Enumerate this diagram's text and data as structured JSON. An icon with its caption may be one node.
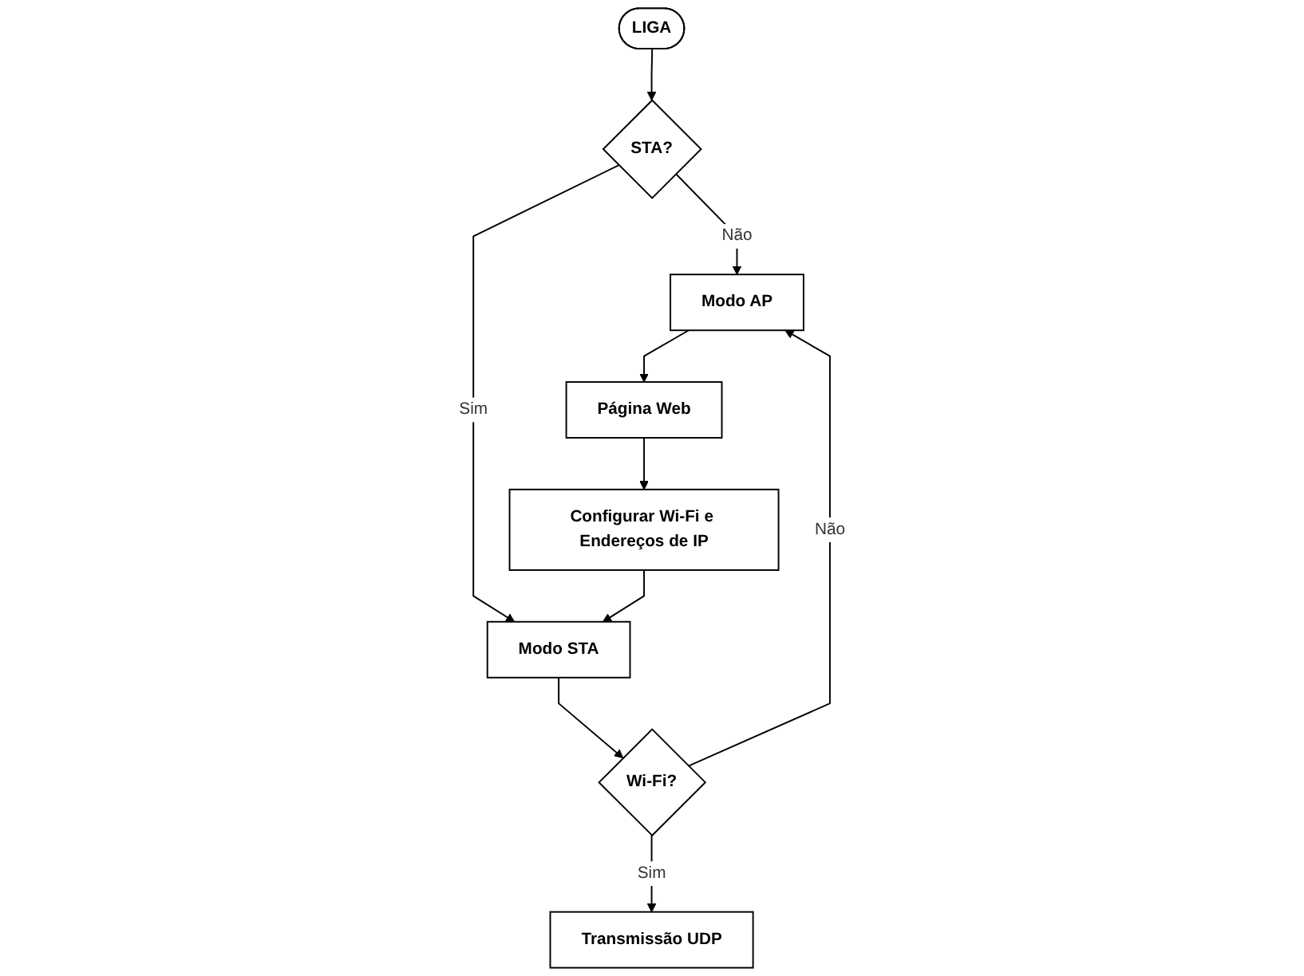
{
  "diagram": {
    "nodes": [
      {
        "text": [
          "LIGA"
        ]
      },
      {
        "text": [
          "STA?"
        ]
      },
      {
        "text": [
          "Modo AP"
        ]
      },
      {
        "text": [
          "Modo STA"
        ]
      },
      {
        "text": [
          "Página Web"
        ]
      },
      {
        "text": [
          "Wi-Fi?"
        ]
      },
      {
        "text": [
          "Configurar Wi-Fi e Endereços de IP"
        ]
      },
      {
        "text": [
          "Transmissão UDP"
        ]
      }
    ],
    "edges": [
      {
        "from": 0,
        "to": 1,
        "arrow": "to"
      },
      {
        "from": 1,
        "to": 2,
        "arrow": "to",
        "label": "Não"
      },
      {
        "from": 1,
        "to": 3,
        "arrow": "to",
        "label": "Sim"
      },
      {
        "from": 2,
        "to": 4,
        "arrow": "to"
      },
      {
        "from": 3,
        "to": 5,
        "arrow": "to"
      },
      {
        "from": 4,
        "to": 6,
        "arrow": "to"
      },
      {
        "from": 6,
        "to": 3,
        "arrow": "to"
      },
      {
        "from": 5,
        "to": 7,
        "arrow": "to",
        "label": "Sim"
      },
      {
        "from": 5,
        "to": 2,
        "arrow": "to",
        "label": "Não"
      }
    ]
  }
}
